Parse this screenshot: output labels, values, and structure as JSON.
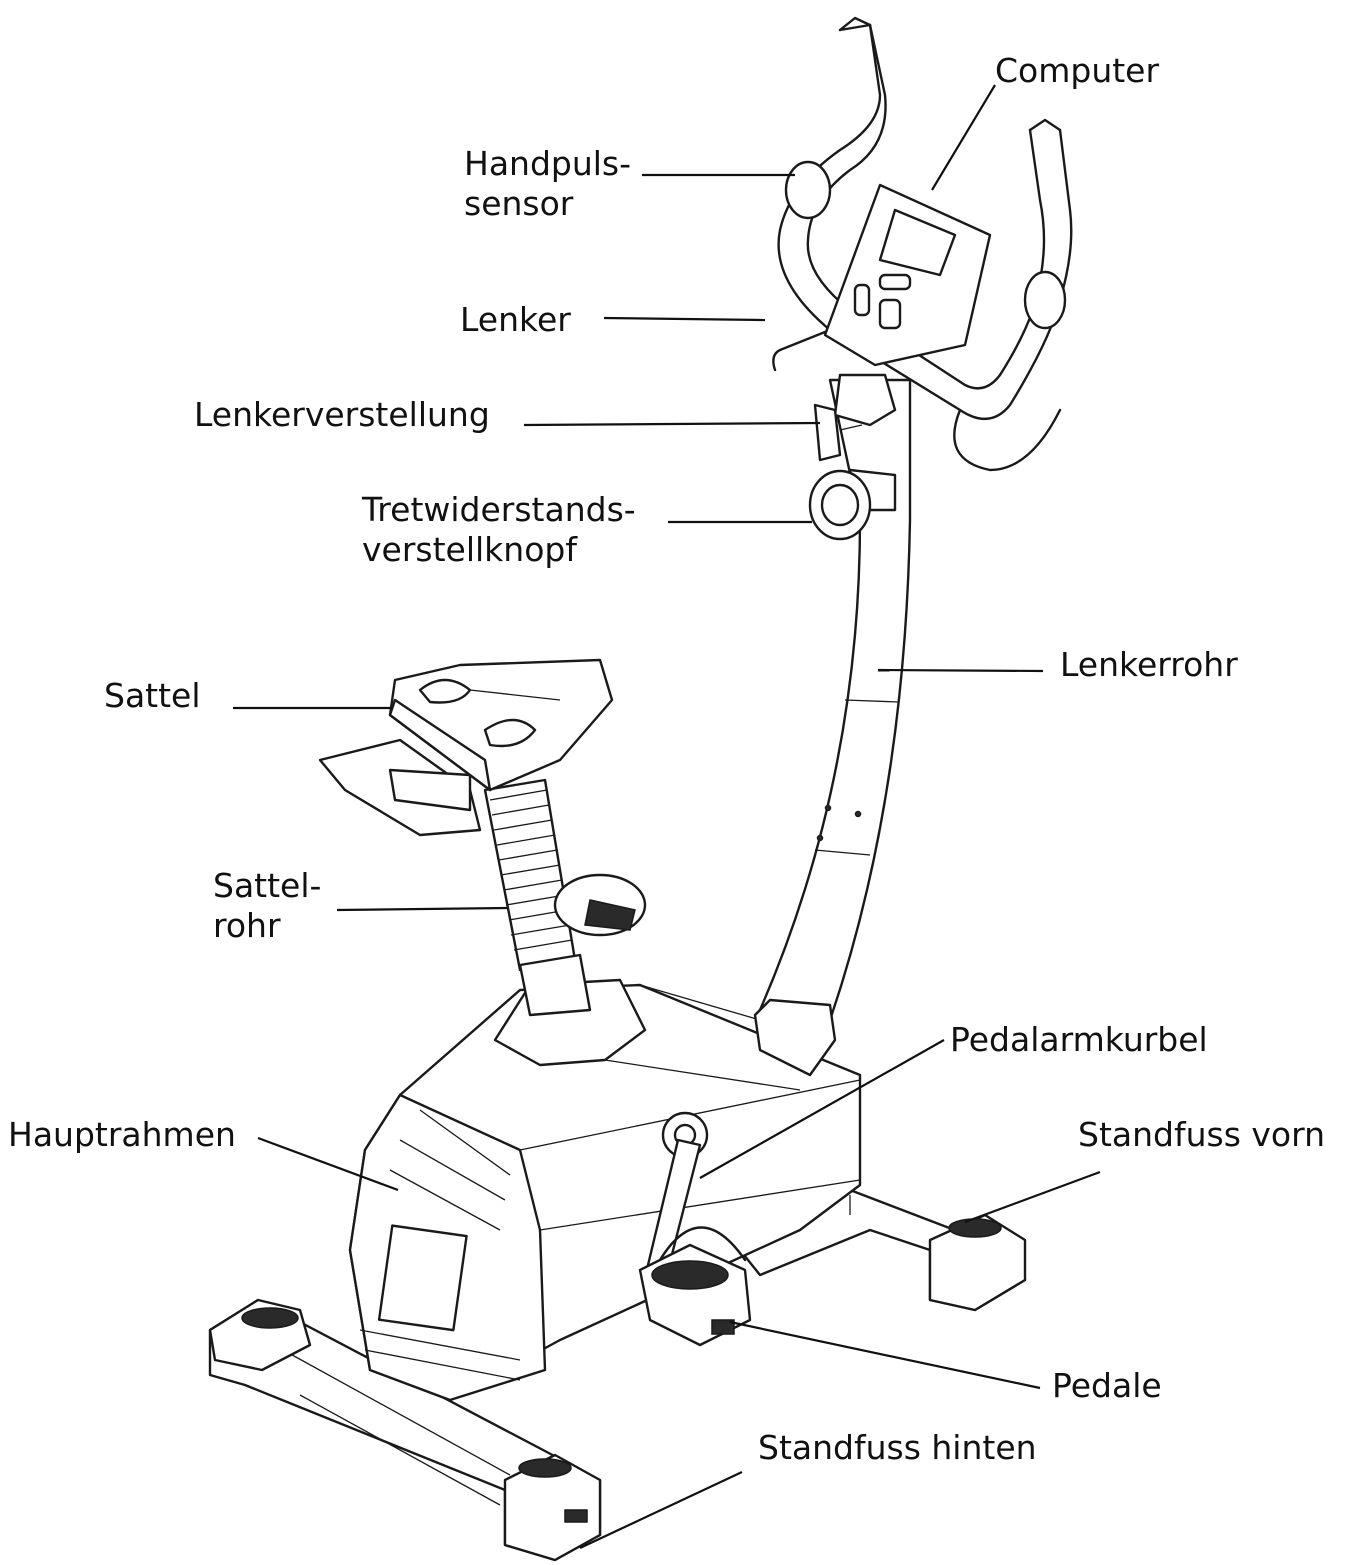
{
  "labels": {
    "computer": "Computer",
    "handpuls_line1": "Handpuls-",
    "handpuls_line2": "sensor",
    "lenker": "Lenker",
    "lenkerverstellung": "Lenkerverstellung",
    "tretwiderstand_line1": "Tretwiderstands-",
    "tretwiderstand_line2": "verstellknopf",
    "lenkerrohr": "Lenkerrohr",
    "sattel": "Sattel",
    "sattelrohr_line1": "Sattel-",
    "sattelrohr_line2": "rohr",
    "pedalarmkurbel": "Pedalarmkurbel",
    "hauptrahmen": "Hauptrahmen",
    "standfuss_vorn": "Standfuss vorn",
    "pedale": "Pedale",
    "standfuss_hinten": "Standfuss hinten"
  }
}
